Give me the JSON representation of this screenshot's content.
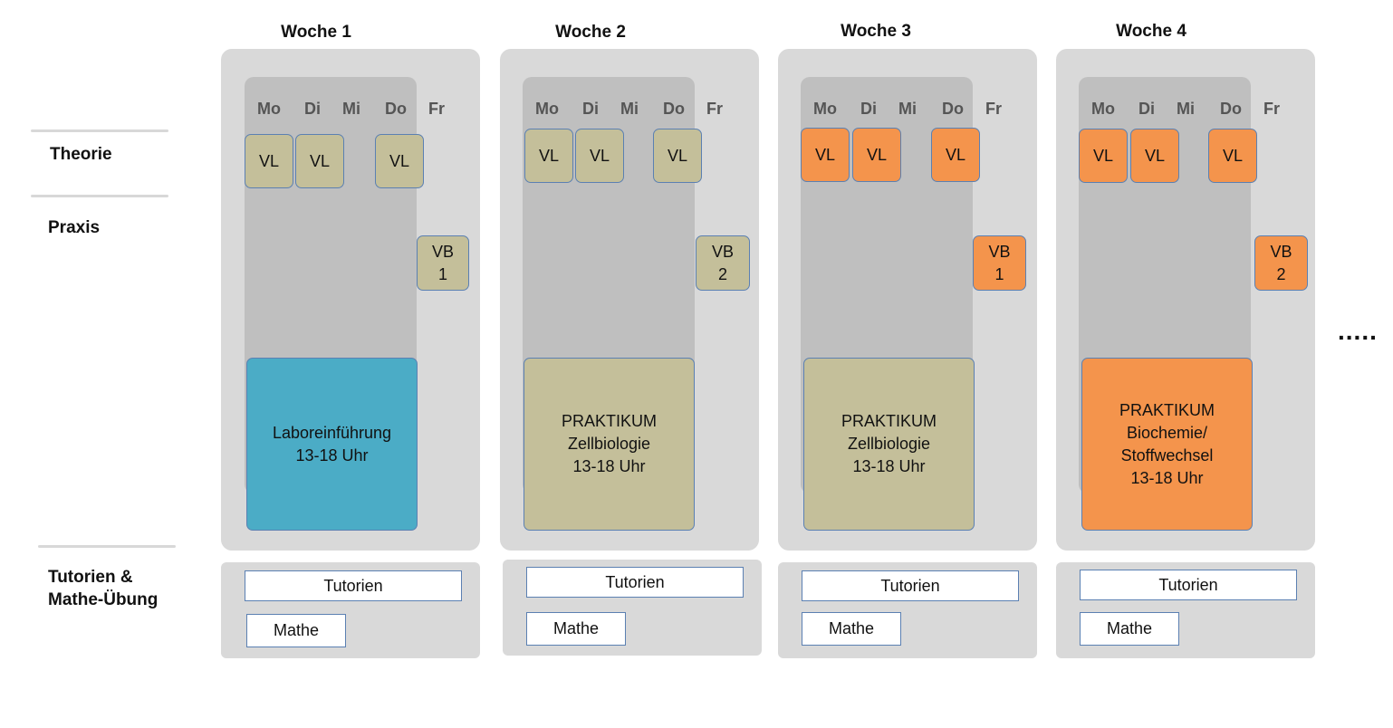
{
  "rows": {
    "theorie": "Theorie",
    "praxis": "Praxis",
    "tutorien_line1": "Tutorien &",
    "tutorien_line2": "Mathe-Übung"
  },
  "days": [
    "Mo",
    "Di",
    "Mi",
    "Do",
    "Fr"
  ],
  "weeks": [
    {
      "title": "Woche 1",
      "vl": [
        "VL",
        "VL",
        "VL"
      ],
      "vb": "VB\n1",
      "main": "Laboreinführung\n13-18 Uhr",
      "tutorien": "Tutorien",
      "mathe": "Mathe"
    },
    {
      "title": "Woche 2",
      "vl": [
        "VL",
        "VL",
        "VL"
      ],
      "vb": "VB\n2",
      "main": "PRAKTIKUM\nZellbiologie\n13-18 Uhr",
      "tutorien": "Tutorien",
      "mathe": "Mathe"
    },
    {
      "title": "Woche 3",
      "vl": [
        "VL",
        "VL",
        "VL"
      ],
      "vb": "VB\n1",
      "main": "PRAKTIKUM\nZellbiologie\n13-18 Uhr",
      "tutorien": "Tutorien",
      "mathe": "Mathe"
    },
    {
      "title": "Woche 4",
      "vl": [
        "VL",
        "VL",
        "VL"
      ],
      "vb": "VB\n2",
      "main": "PRAKTIKUM\nBiochemie/\nStoffwechsel\n13-18 Uhr",
      "tutorien": "Tutorien",
      "mathe": "Mathe"
    }
  ],
  "ellipsis": ".....",
  "colors": {
    "panel": "#d9d9d9",
    "weekday_column": "#bfbfbf",
    "beige": "#c4bf9a",
    "orange": "#f4944c",
    "teal": "#4bacc6",
    "border": "#5b80b2"
  }
}
